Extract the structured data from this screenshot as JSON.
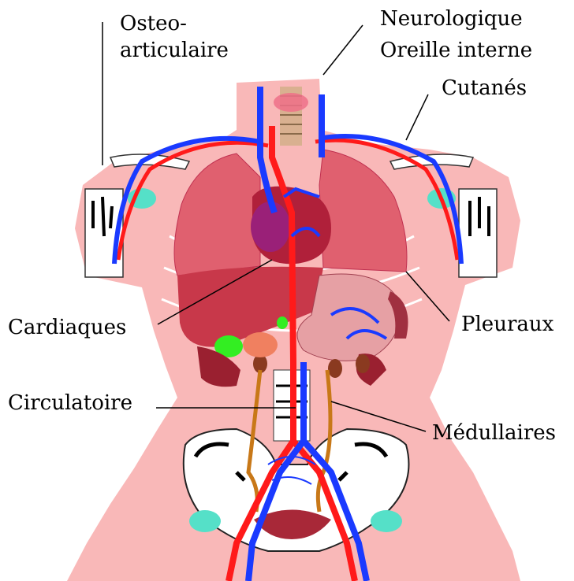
{
  "labels": {
    "osteo_line1": "Osteo-",
    "osteo_line2": "articulaire",
    "neuro_line1": "Neurologique",
    "neuro_line2": "Oreille interne",
    "cutanes": "Cutanés",
    "cardiaques": "Cardiaques",
    "pleuraux": "Pleuraux",
    "circulatoire": "Circulatoire",
    "medullaires": "Médullaires"
  },
  "colors": {
    "skin": "#f9b8b8",
    "lung": "#e0606f",
    "heart": "#b0203a",
    "liver": "#c8384a",
    "stomach": "#e6a0a4",
    "artery": "#ff1a1a",
    "vein": "#1a3aff",
    "bone": "#ffffff",
    "cartilage": "#55e0c8",
    "gallbladder": "#33ee22",
    "ureter": "#c87818",
    "kidney": "#8a3a20",
    "bladder": "#a82838"
  }
}
